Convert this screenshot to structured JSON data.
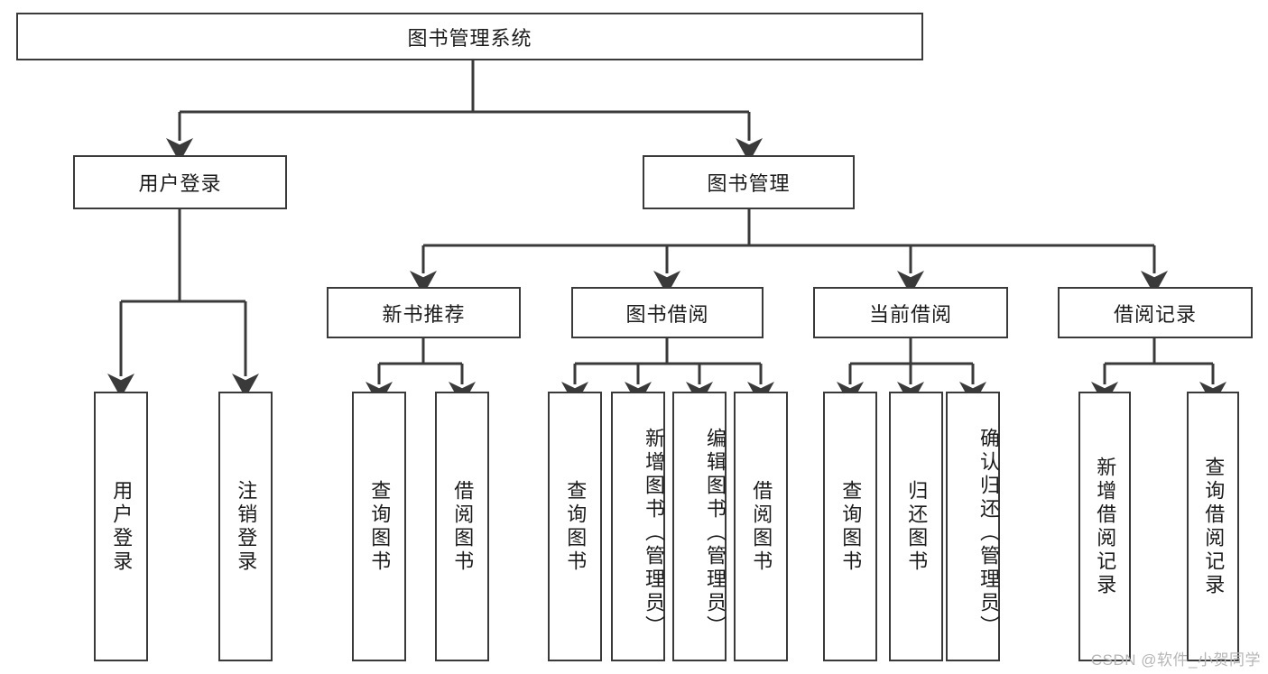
{
  "diagram": {
    "title": "图书管理系统",
    "watermark": "CSDN @软件_小贺同学",
    "colors": {
      "stroke": "#3a3a3a",
      "background": "#ffffff",
      "text": "#1b1b1b",
      "watermark": "#b6b6b6"
    },
    "root": {
      "label": "图书管理系统"
    },
    "level2": [
      {
        "label": "用户登录"
      },
      {
        "label": "图书管理"
      }
    ],
    "level3": [
      {
        "label": "新书推荐"
      },
      {
        "label": "图书借阅"
      },
      {
        "label": "当前借阅"
      },
      {
        "label": "借阅记录"
      }
    ],
    "leaves": {
      "user_login": [
        {
          "label": "用户登录"
        },
        {
          "label": "注销登录"
        }
      ],
      "new_book_recommend": [
        {
          "label": "查询图书"
        },
        {
          "label": "借阅图书"
        }
      ],
      "book_borrow": [
        {
          "label": "查询图书"
        },
        {
          "label": "新增图书（管理员）"
        },
        {
          "label": "编辑图书（管理员）"
        },
        {
          "label": "借阅图书"
        }
      ],
      "current_borrow": [
        {
          "label": "查询图书"
        },
        {
          "label": "归还图书"
        },
        {
          "label": "确认归还（管理员）"
        }
      ],
      "borrow_record": [
        {
          "label": "新增借阅记录"
        },
        {
          "label": "查询借阅记录"
        }
      ]
    }
  }
}
